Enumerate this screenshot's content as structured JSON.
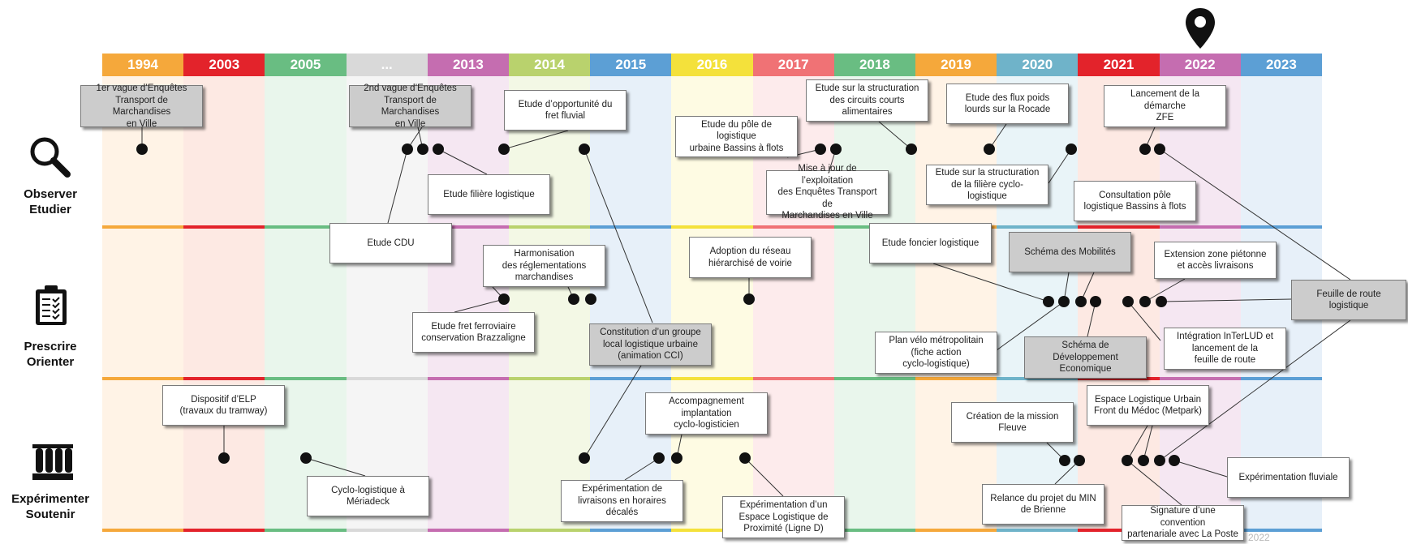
{
  "years": [
    {
      "label": "1994",
      "color": "#f5a83b",
      "bg": "#fff3e6"
    },
    {
      "label": "2003",
      "color": "#e3232b",
      "bg": "#fde9e3"
    },
    {
      "label": "2005",
      "color": "#69bd82",
      "bg": "#e9f6ec"
    },
    {
      "label": "...",
      "color": "#d9d9d9",
      "bg": "#f5f5f5"
    },
    {
      "label": "2013",
      "color": "#c56db0",
      "bg": "#f5e7f2"
    },
    {
      "label": "2014",
      "color": "#b9d26d",
      "bg": "#f3f8e5"
    },
    {
      "label": "2015",
      "color": "#5c9fd5",
      "bg": "#e7f0f9"
    },
    {
      "label": "2016",
      "color": "#f4e13b",
      "bg": "#fefbe3"
    },
    {
      "label": "2017",
      "color": "#f07275",
      "bg": "#fdebec"
    },
    {
      "label": "2018",
      "color": "#69bd82",
      "bg": "#e9f6ec"
    },
    {
      "label": "2019",
      "color": "#f5a83b",
      "bg": "#fff3e6"
    },
    {
      "label": "2020",
      "color": "#6fb3c9",
      "bg": "#e9f4f8"
    },
    {
      "label": "2021",
      "color": "#e3232b",
      "bg": "#fde9e3"
    },
    {
      "label": "2022",
      "color": "#c56db0",
      "bg": "#f5e7f2"
    },
    {
      "label": "2023",
      "color": "#5c9fd5",
      "bg": "#e7f0f9"
    }
  ],
  "rows": [
    {
      "label": "Observer\nEtudier",
      "icon": "magnifier-icon"
    },
    {
      "label": "Prescrire\nOrienter",
      "icon": "clipboard-checklist-icon"
    },
    {
      "label": "Expérimenter\nSoutenir",
      "icon": "test-tubes-icon"
    }
  ],
  "marker_icon": "map-pin-icon",
  "watermark": "2022",
  "actions": {
    "a1": "1er vague d’Enquêtes\nTransport de Marchandises\nen Ville",
    "a2": "2nd vague d’Enquêtes\nTransport de Marchandises\nen Ville",
    "a3": "Etude filière logistique",
    "a4": "Etude CDU",
    "a5": "Etude d’opportunité du\nfret fluvial",
    "a6": "Etude du pôle de logistique\nurbaine Bassins à flots",
    "a7": "Mise à jour de l’exploitation\ndes Enquêtes Transport de\nMarchandises en Ville",
    "a8": "Etude sur la structuration\ndes circuits courts\nalimentaires",
    "a9": "Etude des flux poids\nlourds sur la Rocade",
    "a10": "Etude sur la structuration\nde la filière cyclo-logistique",
    "a11": "Lancement de la démarche\nZFE",
    "a12": "Consultation pôle\nlogistique Bassins à flots",
    "b1": "Harmonisation\ndes réglementations\nmarchandises",
    "b2": "Etude fret ferroviaire\nconservation Brazzaligne",
    "b3": "Constitution d’un groupe\nlocal logistique urbaine\n(animation CCI)",
    "b4": "Adoption du réseau\nhiérarchisé de voirie",
    "b5": "Etude foncier logistique",
    "b6": "Schéma des Mobilités",
    "b7": "Plan vélo métropolitain\n(fiche action\ncyclo-logistique)",
    "b8": "Schéma de\nDéveloppement\nEconomique",
    "b9": "Extension zone piétonne\net accès livraisons",
    "b10": "Intégration InTerLUD et\nlancement de la\nfeuille de route",
    "b11": "Feuille de route logistique",
    "c1": "Dispositif d’ELP\n(travaux du tramway)",
    "c2": "Cyclo-logistique à\nMériadeck",
    "c3": "Accompagnement\nimplantation\ncyclo-logisticien",
    "c4": "Expérimentation de\nlivraisons en horaires\ndécalés",
    "c5": "Expérimentation d’un\nEspace Logistique de\nProximité (Ligne D)",
    "c6": "Création de la mission\nFleuve",
    "c7": "Relance du projet du MIN\nde Brienne",
    "c8": "Espace Logistique Urbain\nFront du Médoc (Metpark)",
    "c9": "Expérimentation fluviale",
    "c10": "Signature d’une convention\npartenariale avec La Poste"
  }
}
